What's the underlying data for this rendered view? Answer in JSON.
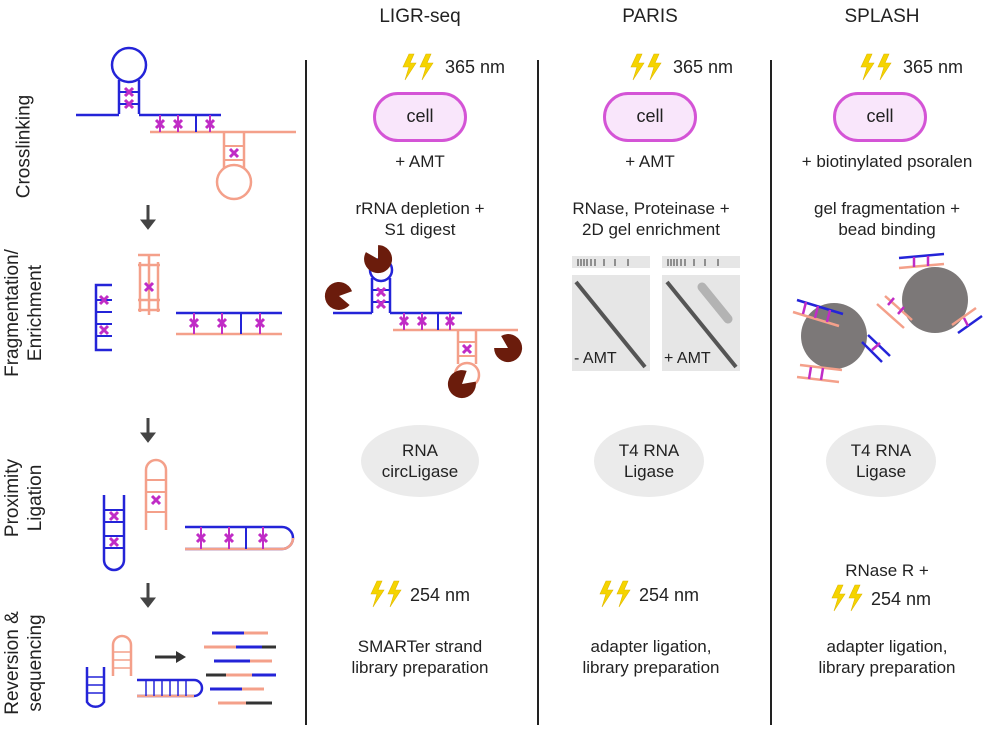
{
  "columns": {
    "ligr": "LIGR-seq",
    "paris": "PARIS",
    "splash": "SPLASH"
  },
  "stages": {
    "crosslinking": "Crosslinking",
    "fragmentation_1": "Fragmentation/",
    "fragmentation_2": "Enrichment",
    "proximity_1": "Proximity",
    "proximity_2": "Ligation",
    "reversion_1": "Reversion &",
    "reversion_2": "sequencing"
  },
  "ligr": {
    "uv": "365 nm",
    "cell": "cell",
    "reagent": "+ AMT",
    "frag_1": "rRNA depletion +",
    "frag_2": "S1 digest",
    "ligase_1": "RNA",
    "ligase_2": "circLigase",
    "reversal_uv": "254 nm",
    "lib_1": "SMARTer strand",
    "lib_2": "library preparation"
  },
  "paris": {
    "uv": "365 nm",
    "cell": "cell",
    "reagent": "+ AMT",
    "frag_1": "RNase, Proteinase +",
    "frag_2": "2D gel enrichment",
    "gel_minus": "- AMT",
    "gel_plus": "+ AMT",
    "ligase_1": "T4 RNA",
    "ligase_2": "Ligase",
    "reversal_uv": "254 nm",
    "lib_1": "adapter ligation,",
    "lib_2": "library preparation"
  },
  "splash": {
    "uv": "365 nm",
    "cell": "cell",
    "reagent": "+ biotinylated psoralen",
    "frag_1": "gel fragmentation +",
    "frag_2": "bead binding",
    "ligase_1": "T4 RNA",
    "ligase_2": "Ligase",
    "rnase": "RNase R +",
    "reversal_uv": "254 nm",
    "lib_1": "adapter ligation,",
    "lib_2": "library preparation"
  },
  "colors": {
    "rna_a": "#2424d8",
    "rna_b": "#f4a08a",
    "crosslink": "#c02cc6",
    "lightning": "#f5d400",
    "cell_border": "#d454d6",
    "cell_fill": "#f9e6fb",
    "nuclease": "#6b1c0c",
    "bead": "#7c7878",
    "enzyme_fill": "#ebebeb"
  }
}
